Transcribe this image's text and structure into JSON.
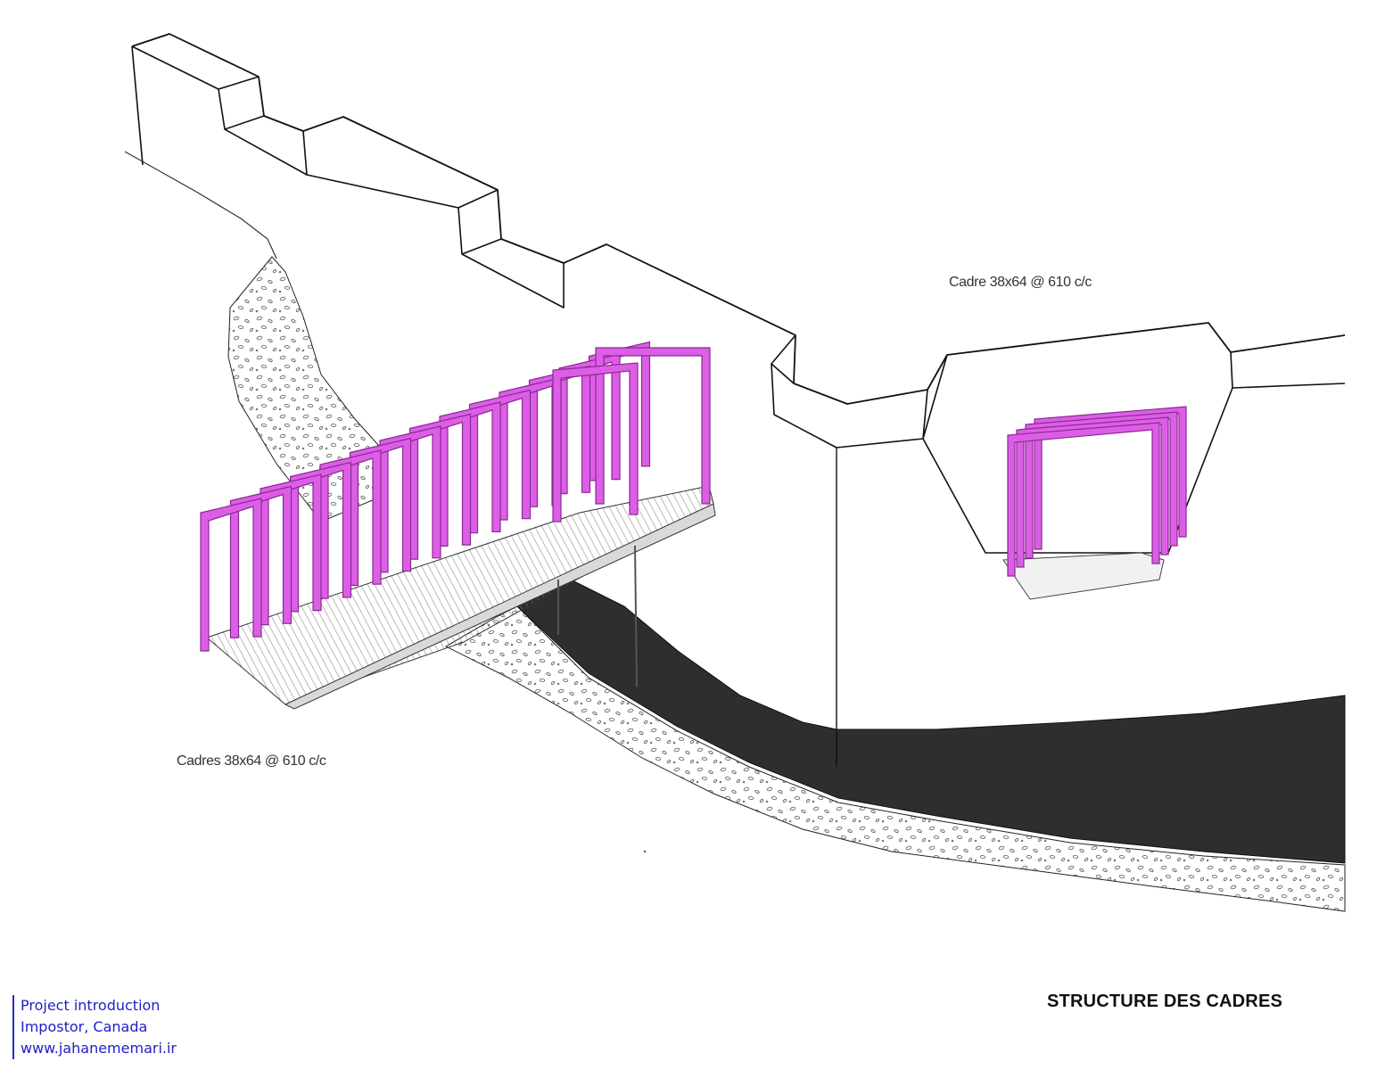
{
  "labels": {
    "frame_single": "Cadre 38x64 @ 610 c/c",
    "frames_multiple": "Cadres 38x64 @ 610 c/c",
    "title": "STRUCTURE DES CADRES"
  },
  "credits": {
    "line1": "Project introduction",
    "line2": "Impostor, Canada",
    "line3": "www.jahanememari.ir"
  },
  "colors": {
    "frame": "#dd5ee6",
    "frame_edge": "#8a2a92",
    "water": "#2e2e2e",
    "line": "#111111",
    "credits": "#2020c8"
  }
}
